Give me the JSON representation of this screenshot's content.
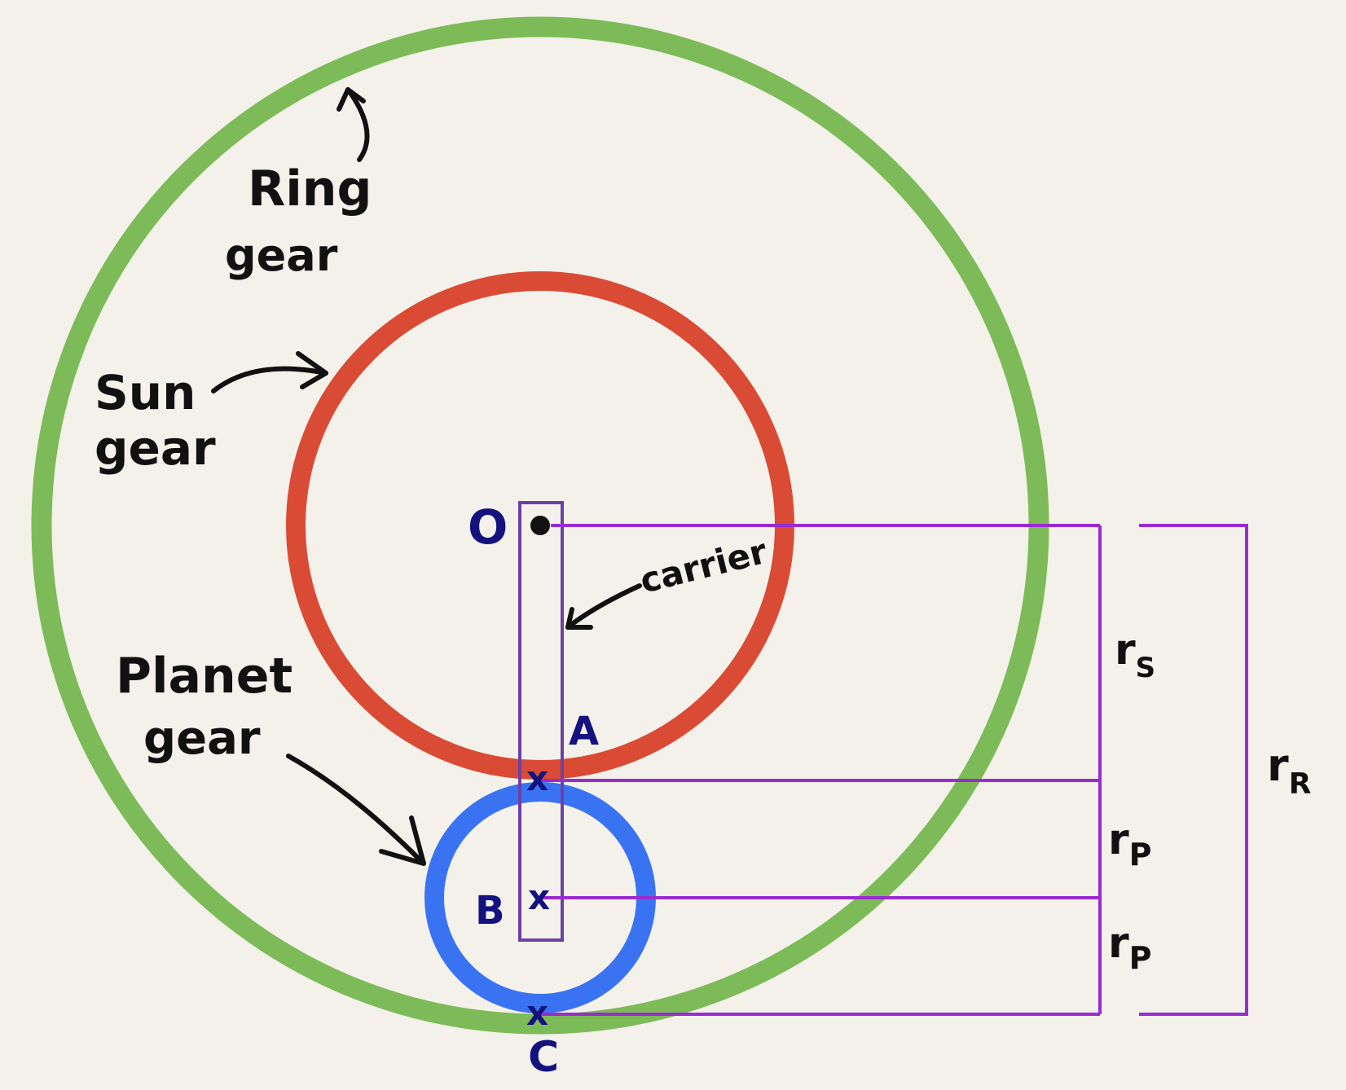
{
  "labels": {
    "ring_gear_line1": "Ring",
    "ring_gear_line2": "gear",
    "sun_gear_line1": "Sun",
    "sun_gear_line2": "gear",
    "planet_gear_line1": "Planet",
    "planet_gear_line2": "gear",
    "carrier": "carrier",
    "point_o": "O",
    "point_a": "A",
    "point_b": "B",
    "point_c": "C",
    "mark_a": "x",
    "mark_b": "x",
    "mark_c": "x",
    "r_s_base": "r",
    "r_s_sub": "S",
    "r_p_upper_base": "r",
    "r_p_upper_sub": "P",
    "r_p_lower_base": "r",
    "r_p_lower_sub": "P",
    "r_r_base": "r",
    "r_r_sub": "R"
  },
  "colors": {
    "background": "#f3f1ea",
    "ring_gear": "#7dbb58",
    "sun_gear": "#d94b35",
    "planet_gear": "#3a73f2",
    "carrier": "#6f3fa6",
    "dimension_lines": "#9a2bd0",
    "annotation": "#111111",
    "point_labels": "#14127e"
  }
}
